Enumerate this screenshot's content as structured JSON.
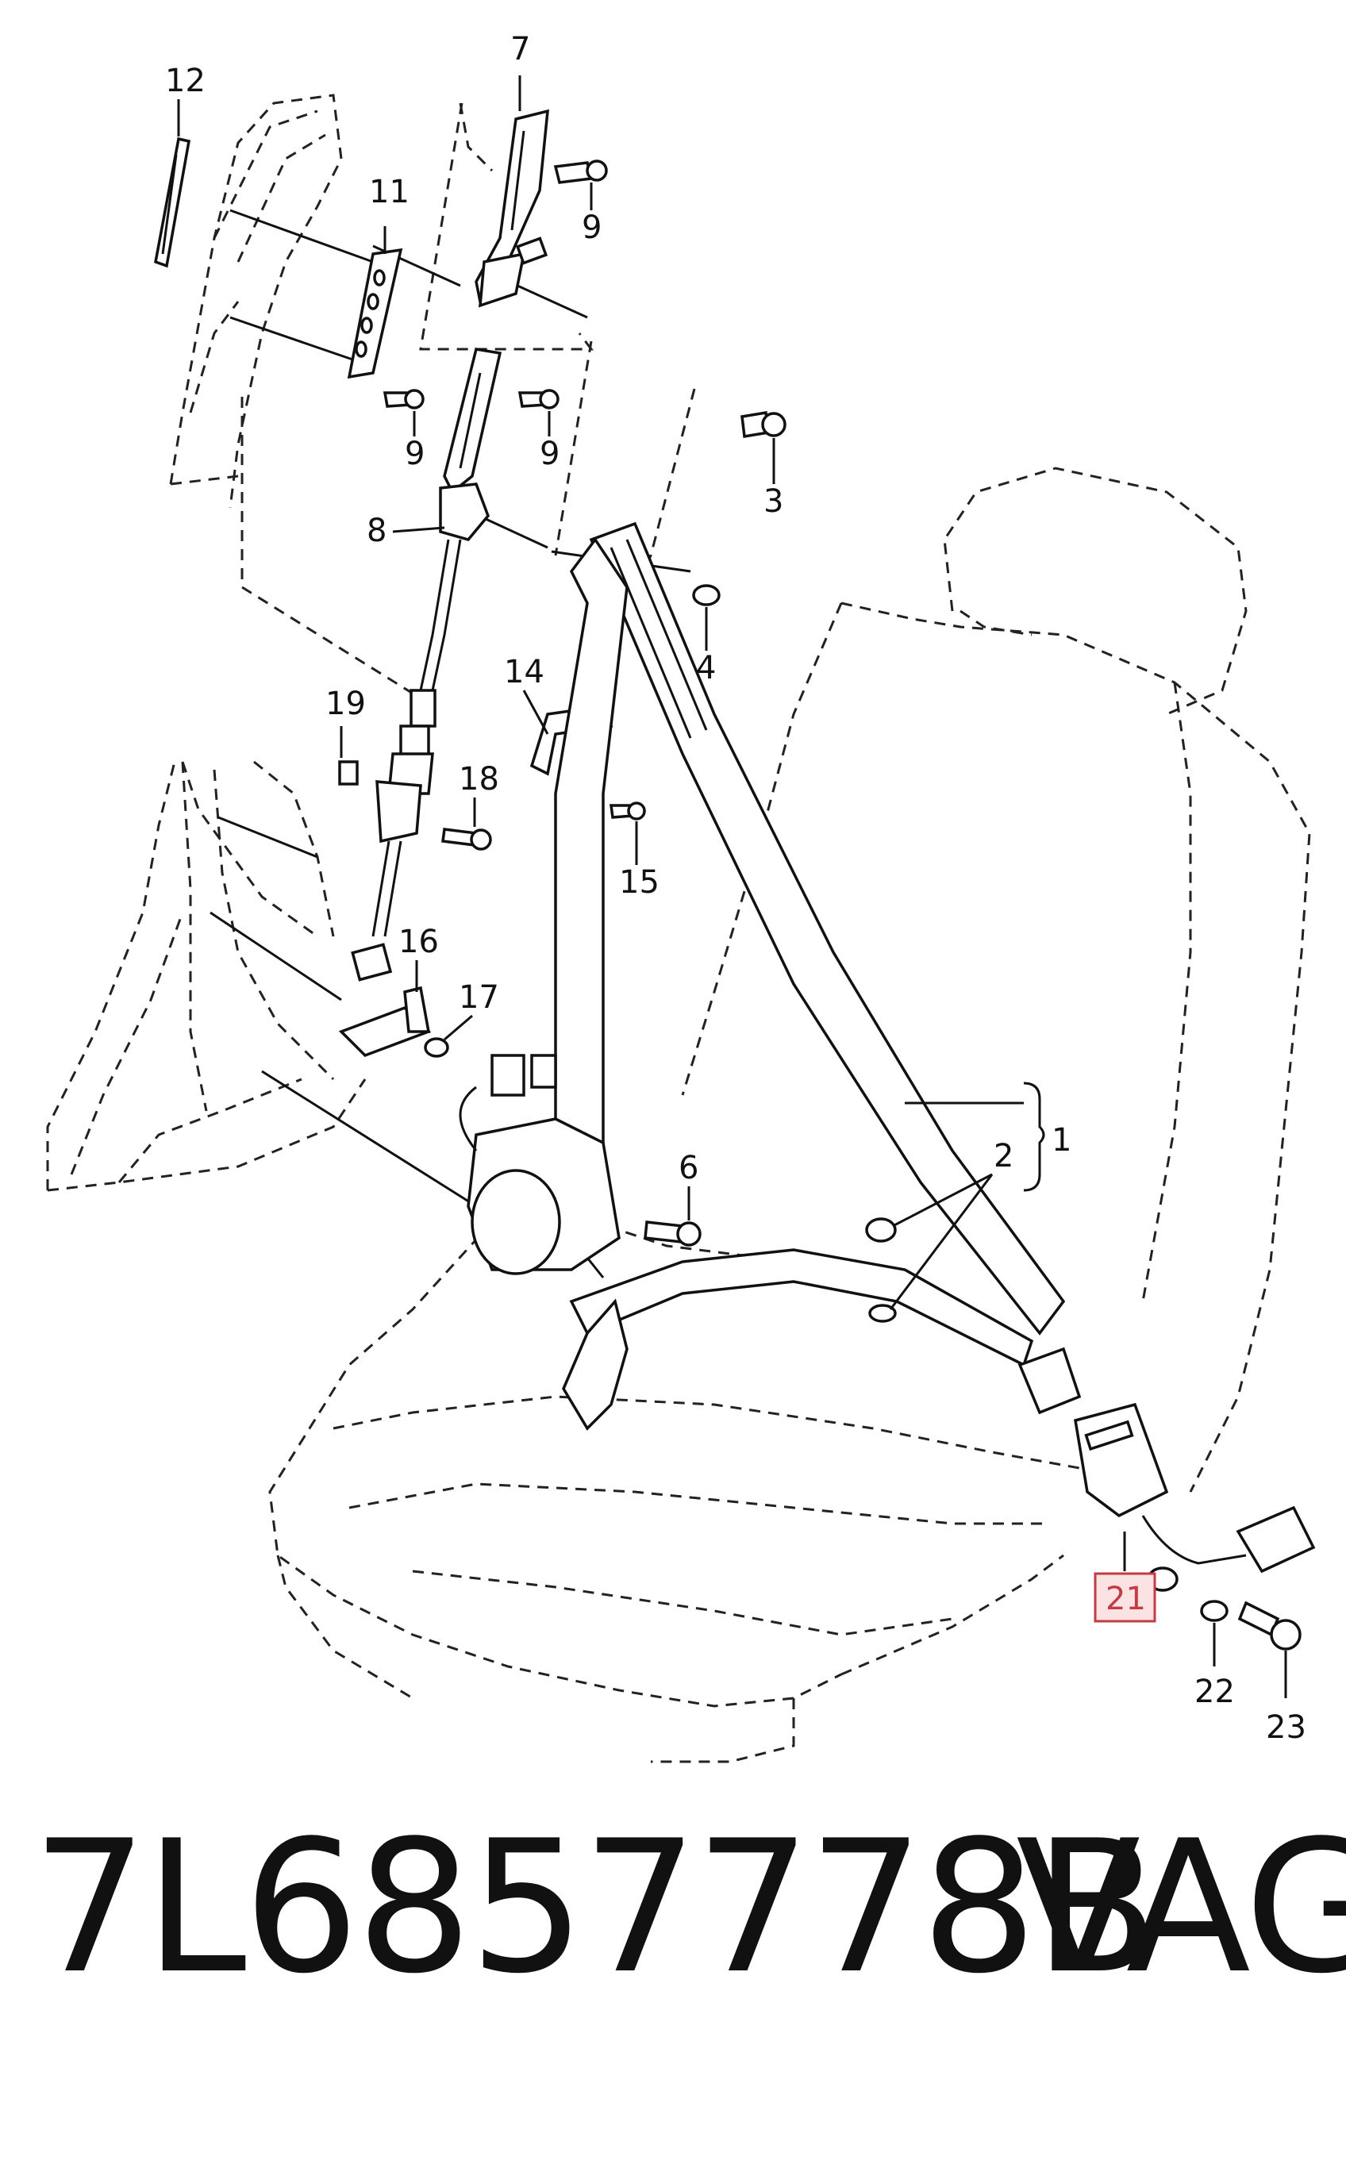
{
  "diagram": {
    "callouts": [
      "1",
      "2",
      "3",
      "4",
      "6",
      "7",
      "8",
      "9",
      "9",
      "9",
      "11",
      "12",
      "14",
      "15",
      "16",
      "17",
      "18",
      "19",
      "21",
      "22",
      "23"
    ],
    "highlighted_callout": "21",
    "highlight_color": "#c23b45",
    "highlight_fill": "#fbe3e4"
  },
  "footer": {
    "part_number": "7L6857778B",
    "brand": "VAG"
  }
}
